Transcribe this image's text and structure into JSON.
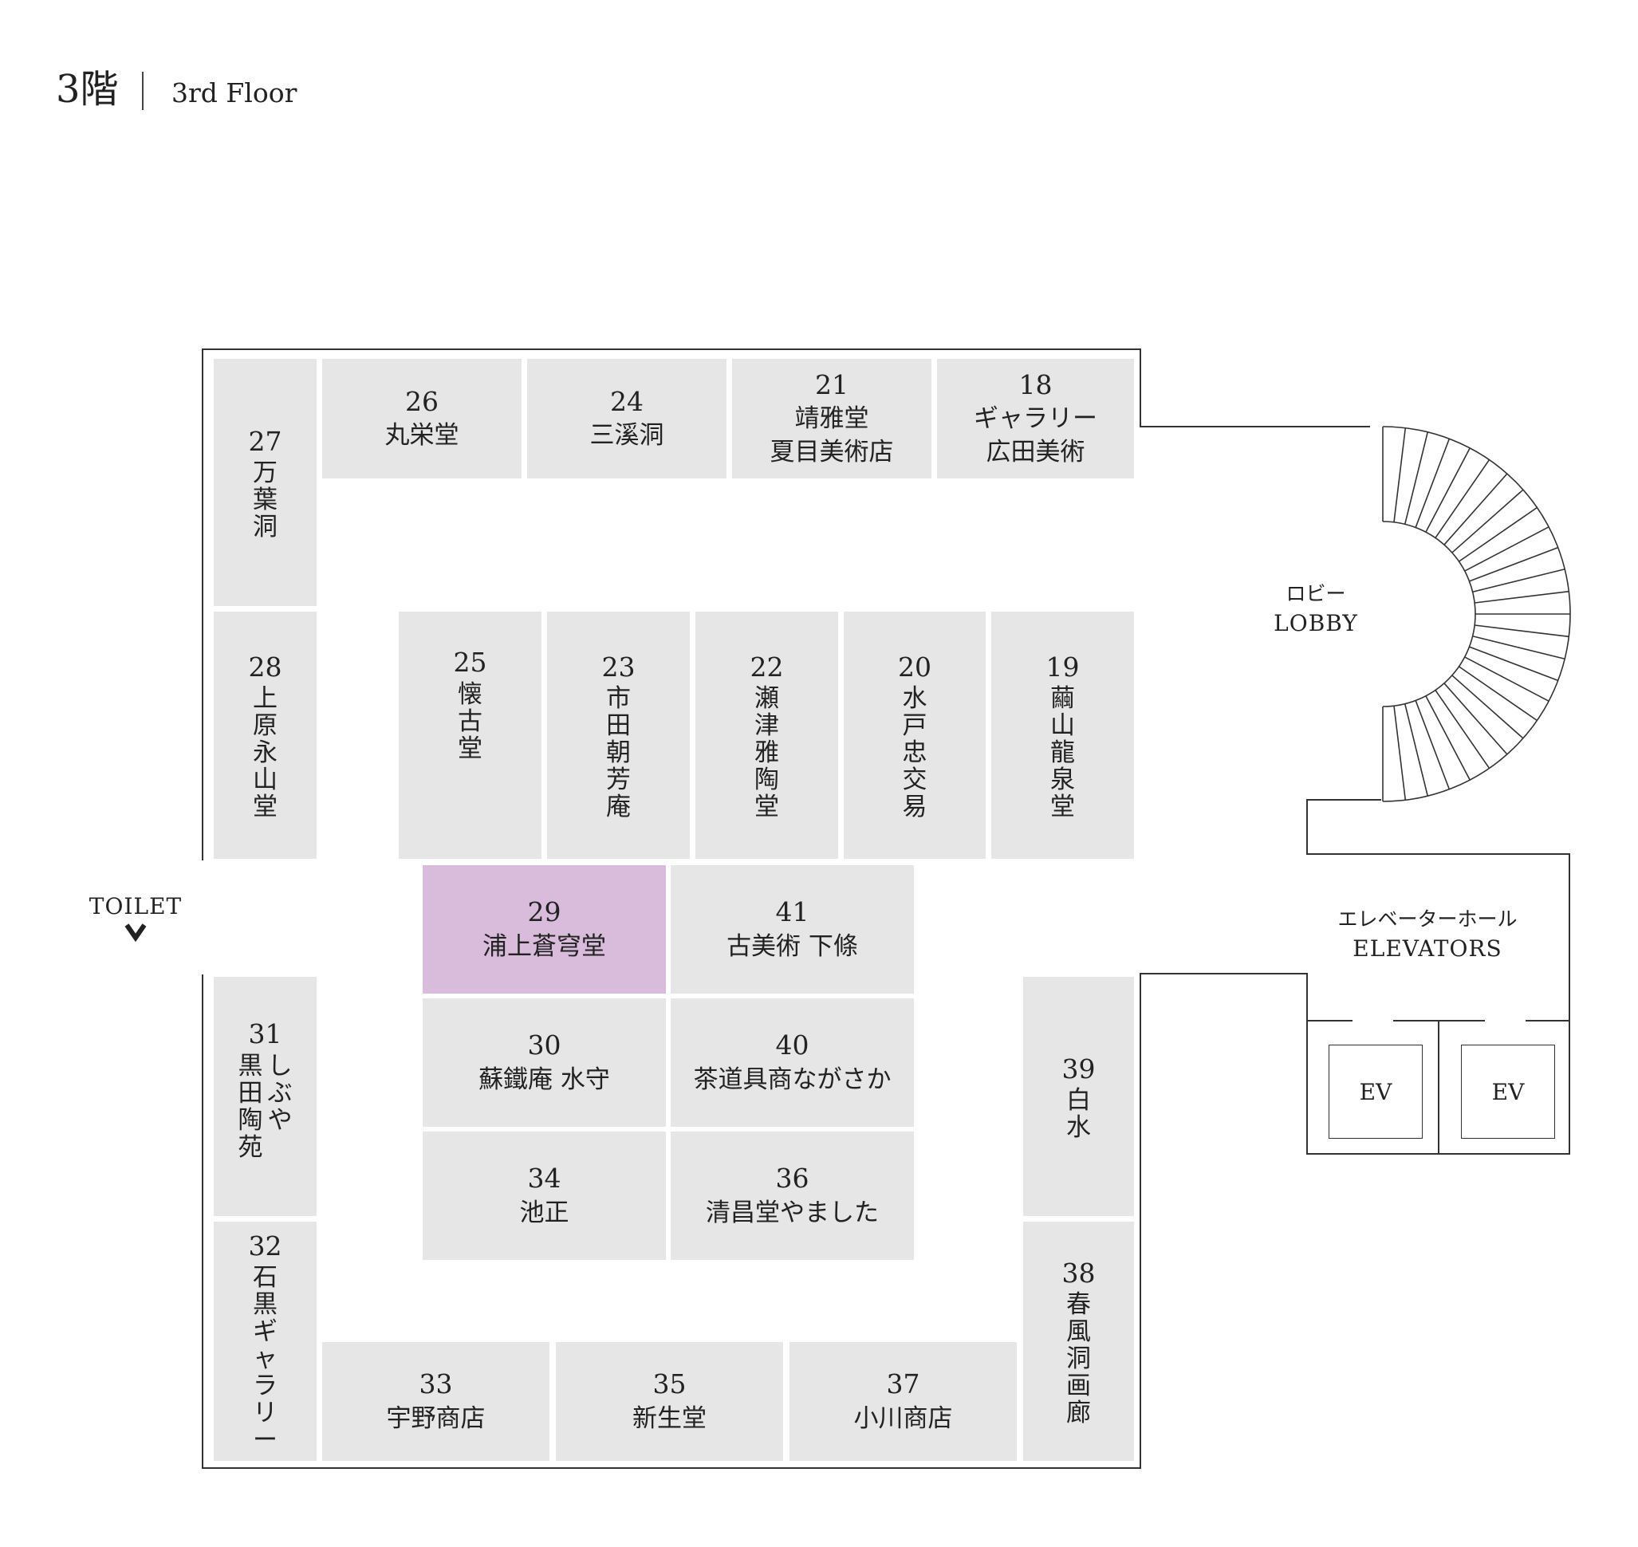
{
  "header": {
    "floor_jp": "3階",
    "floor_en": "3rd Floor"
  },
  "labels": {
    "toilet": "TOILET",
    "lobby_jp": "ロビー",
    "lobby_en": "LOBBY",
    "elevator_hall_jp": "エレベーターホール",
    "elevator_hall_en": "ELEVATORS",
    "ev_left": "EV",
    "ev_right": "EV"
  },
  "highlight_color": "#d9bcdb",
  "booths": {
    "b26": {
      "num": "26",
      "name": "丸栄堂"
    },
    "b24": {
      "num": "24",
      "name": "三溪洞"
    },
    "b21": {
      "num": "21",
      "line1": "靖雅堂",
      "line2": "夏目美術店"
    },
    "b18": {
      "num": "18",
      "line1": "ギャラリー",
      "line2": "広田美術"
    },
    "b27": {
      "num": "27",
      "chars": [
        "万",
        "葉",
        "洞"
      ]
    },
    "b28": {
      "num": "28",
      "chars": [
        "上",
        "原",
        "永",
        "山",
        "堂"
      ]
    },
    "b25": {
      "num": "25",
      "chars": [
        "懐",
        "古",
        "堂"
      ]
    },
    "b23": {
      "num": "23",
      "chars": [
        "市",
        "田",
        "朝",
        "芳",
        "庵"
      ]
    },
    "b22": {
      "num": "22",
      "chars": [
        "瀬",
        "津",
        "雅",
        "陶",
        "堂"
      ]
    },
    "b20": {
      "num": "20",
      "chars": [
        "水",
        "戸",
        "忠",
        "交",
        "易"
      ]
    },
    "b19": {
      "num": "19",
      "chars": [
        "繭",
        "山",
        "龍",
        "泉",
        "堂"
      ]
    },
    "b29": {
      "num": "29",
      "name": "浦上蒼穹堂",
      "highlighted": true
    },
    "b41": {
      "num": "41",
      "name": "古美術 下條"
    },
    "b30": {
      "num": "30",
      "name": "蘇鐵庵 水守"
    },
    "b40": {
      "num": "40",
      "name": "茶道具商ながさか"
    },
    "b34": {
      "num": "34",
      "name": "池正"
    },
    "b36": {
      "num": "36",
      "name": "清昌堂やました"
    },
    "b31": {
      "num": "31",
      "col1": [
        "し",
        "ぶ",
        "や"
      ],
      "col2": [
        "黒",
        "田",
        "陶",
        "苑"
      ]
    },
    "b39": {
      "num": "39",
      "chars": [
        "白",
        "水"
      ]
    },
    "b32": {
      "num": "32",
      "chars": [
        "石",
        "黒",
        "ギ",
        "ャ",
        "ラ",
        "リ",
        "ー"
      ]
    },
    "b38": {
      "num": "38",
      "chars": [
        "春",
        "風",
        "洞",
        "画",
        "廊"
      ]
    },
    "b33": {
      "num": "33",
      "name": "宇野商店"
    },
    "b35": {
      "num": "35",
      "name": "新生堂"
    },
    "b37": {
      "num": "37",
      "name": "小川商店"
    }
  }
}
